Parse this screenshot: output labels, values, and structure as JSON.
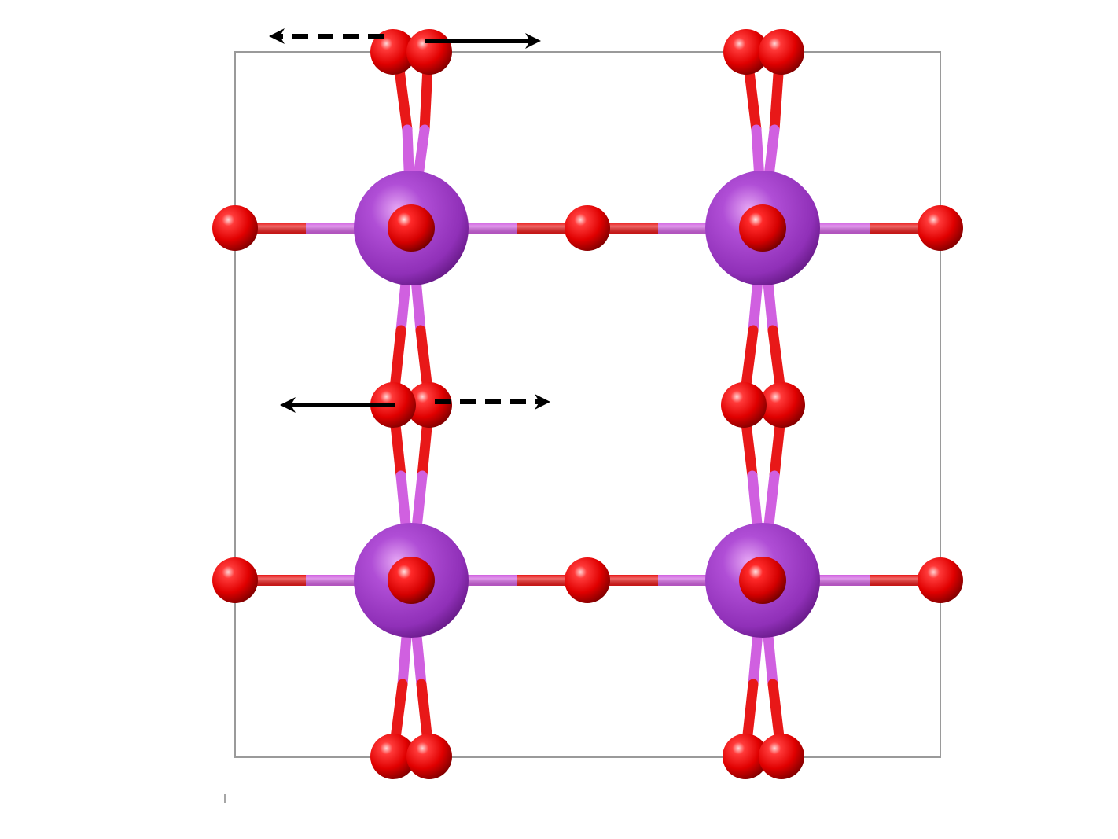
{
  "colors": {
    "background": "#ffffff",
    "cell_edge": "#9a9a9a",
    "oxygen": "#e00000",
    "metal": "#a040c8",
    "metal_bond": "#d060e0",
    "oxygen_bond": "#e81818",
    "arrow": "#000000"
  },
  "atoms": {
    "metal_label": "metal-atom",
    "oxygen_label": "oxygen-atom"
  },
  "arrows": [
    {
      "name": "arrow-top-left-dashed",
      "style": "dashed"
    },
    {
      "name": "arrow-top-right-solid",
      "style": "solid"
    },
    {
      "name": "arrow-middle-left-solid",
      "style": "solid"
    },
    {
      "name": "arrow-middle-right-dashed",
      "style": "dashed"
    }
  ]
}
